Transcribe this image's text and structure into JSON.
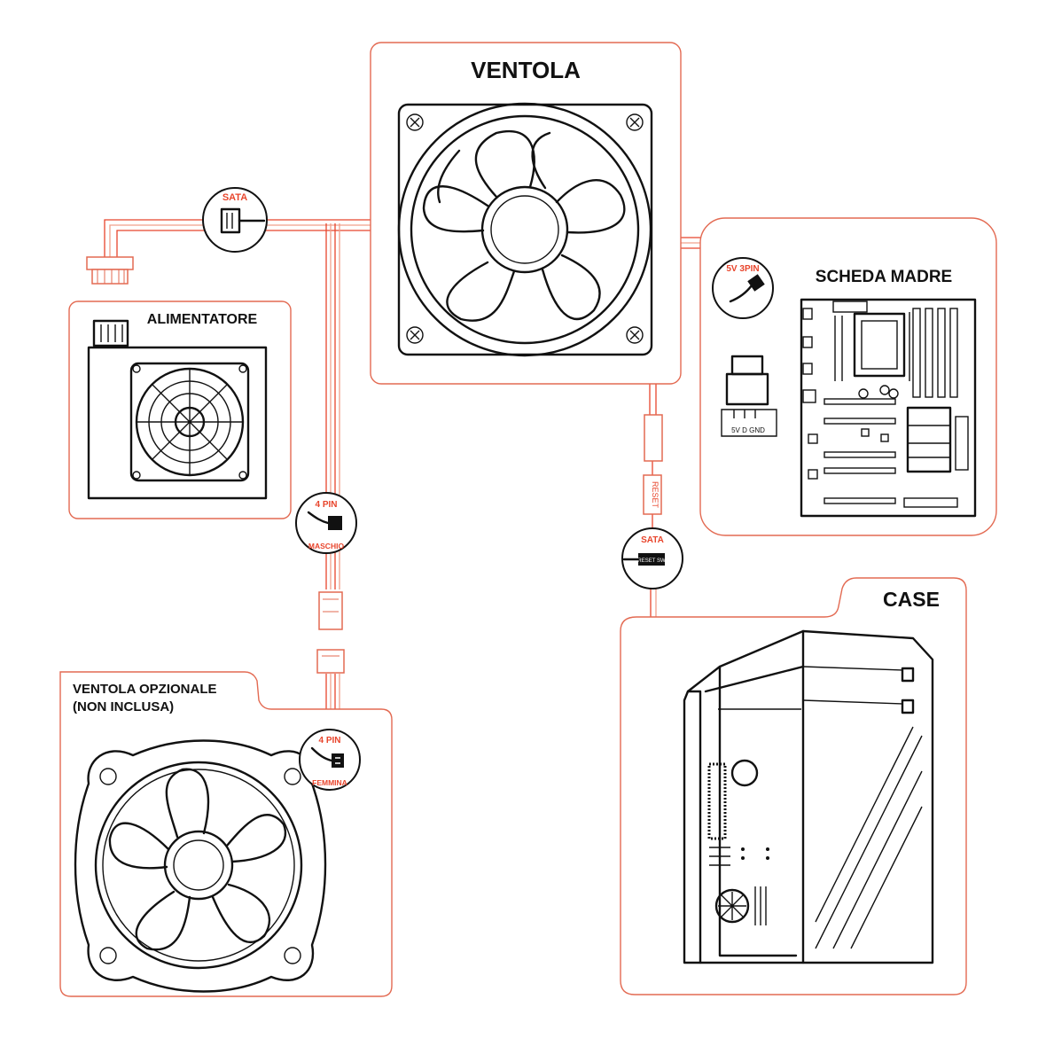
{
  "diagram": {
    "fan": {
      "title": "VENTOLA"
    },
    "psu": {
      "title": "ALIMENTATORE"
    },
    "motherboard": {
      "title": "SCHEDA MADRE",
      "header_pins": "5V D GND"
    },
    "case": {
      "title": "CASE"
    },
    "optional_fan": {
      "title_line1": "VENTOLA OPZIONALE",
      "title_line2": "(NON INCLUSA)"
    },
    "connectors": {
      "sata_psu": {
        "label": "SATA"
      },
      "rgb_3pin": {
        "label": "5V 3PIN"
      },
      "pin4_male": {
        "top": "4 PIN",
        "bottom": "MASCHIO"
      },
      "pin4_female": {
        "top": "4 PIN",
        "bottom": "FEMMINA"
      },
      "reset": {
        "label": "RESET"
      },
      "sata_case": {
        "label": "SATA",
        "plug": "RESET SW"
      }
    },
    "colors": {
      "accent": "#e8452c",
      "panel_border": "#e36a52",
      "ink": "#111111"
    }
  }
}
